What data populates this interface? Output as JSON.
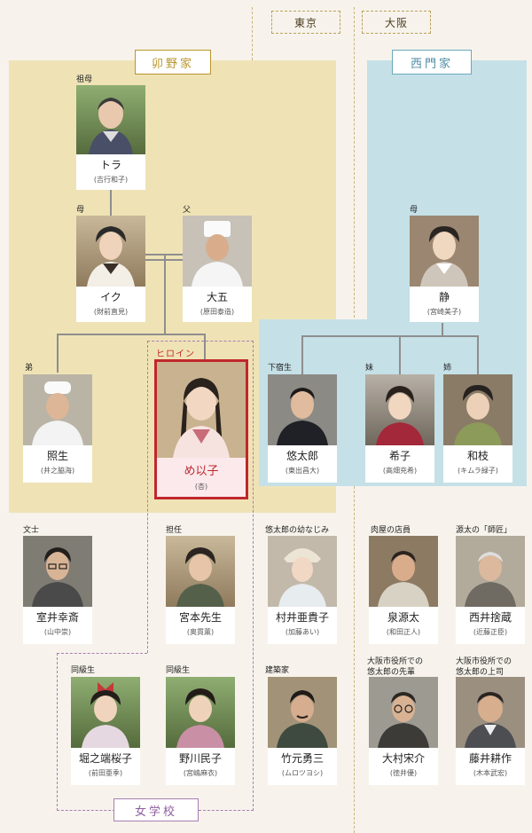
{
  "headers": {
    "tokyo": "東京",
    "osaka": "大阪"
  },
  "families": {
    "uno": "卯野家",
    "nishikado": "西門家",
    "school": "女学校"
  },
  "heroine_tag": "ヒロイン",
  "people": {
    "tora": {
      "role": "祖母",
      "name": "トラ",
      "actor": "(吉行和子)"
    },
    "iku": {
      "role": "母",
      "name": "イク",
      "actor": "(財前直見)"
    },
    "daigo": {
      "role": "父",
      "name": "大五",
      "actor": "(原田泰造)"
    },
    "shizu": {
      "role": "母",
      "name": "静",
      "actor": "(宮崎美子)"
    },
    "teruo": {
      "role": "弟",
      "name": "照生",
      "actor": "(井之脇海)"
    },
    "meiko": {
      "role": "",
      "name": "め以子",
      "actor": "(杏)"
    },
    "yutaro": {
      "role": "下宿生",
      "name": "悠太郎",
      "actor": "(東出昌大)"
    },
    "kiko": {
      "role": "妹",
      "name": "希子",
      "actor": "(高畑充希)"
    },
    "kazue": {
      "role": "姉",
      "name": "和枝",
      "actor": "(キムラ緑子)"
    },
    "muroi": {
      "role": "文士",
      "name": "室井幸斎",
      "actor": "(山中崇)"
    },
    "miyamoto": {
      "role": "担任",
      "name": "宮本先生",
      "actor": "(奥貫薫)"
    },
    "murai": {
      "role": "悠太郎の幼なじみ",
      "name": "村井亜貴子",
      "actor": "(加藤あい)"
    },
    "izumi": {
      "role": "肉屋の店員",
      "name": "泉源太",
      "actor": "(和田正人)"
    },
    "nishii": {
      "role": "源太の「師匠」",
      "name": "西井捨蔵",
      "actor": "(近藤正臣)"
    },
    "horinouchi": {
      "role": "同級生",
      "name": "堀之端桜子",
      "actor": "(前田亜季)"
    },
    "nogawa": {
      "role": "同級生",
      "name": "野川民子",
      "actor": "(宮嶋麻衣)"
    },
    "takemoto": {
      "role": "建築家",
      "name": "竹元勇三",
      "actor": "(ムロツヨシ)"
    },
    "omura": {
      "role1": "大阪市役所での",
      "role2": "悠太郎の先輩",
      "name": "大村宋介",
      "actor": "(徳井優)"
    },
    "fujii": {
      "role1": "大阪市役所での",
      "role2": "悠太郎の上司",
      "name": "藤井耕作",
      "actor": "(木本武宏)"
    }
  },
  "colors": {
    "tokyo_bg": "#efe3b6",
    "osaka_bg": "#c5e0e7",
    "uno_accent": "#b9962d",
    "nishikado_accent": "#6aa9bd",
    "heroine": "#c0272d",
    "school_purple": "#a77db3"
  }
}
